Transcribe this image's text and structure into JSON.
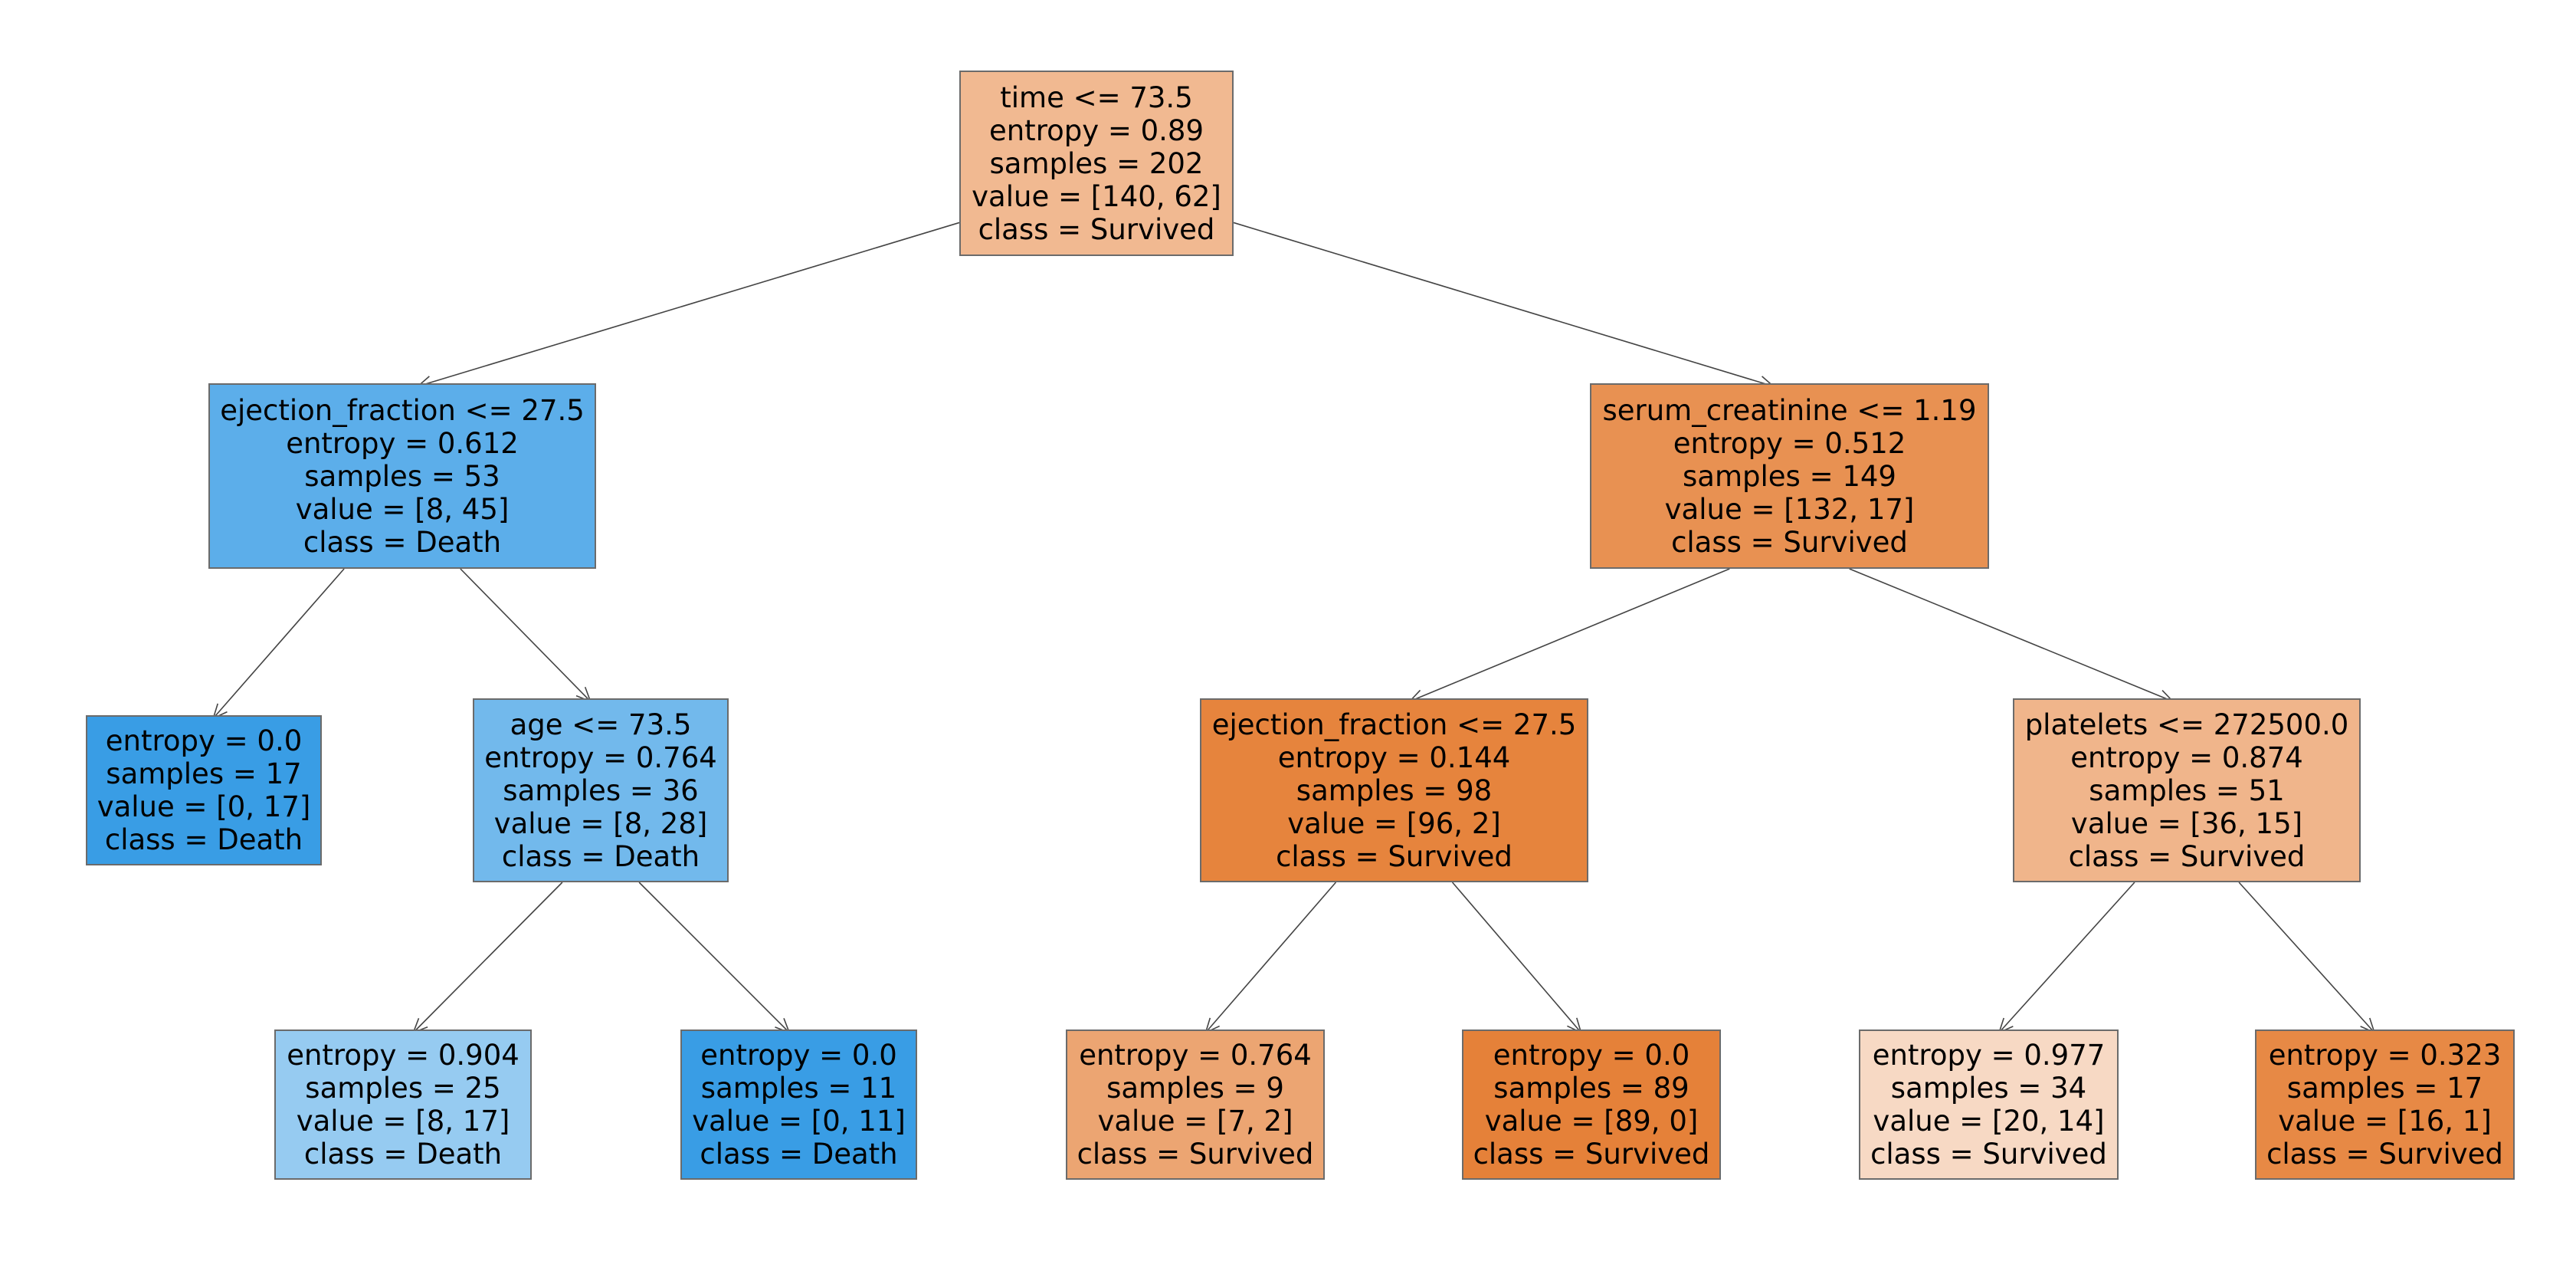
{
  "tree": {
    "class_colors": {
      "Survived": "#e58139",
      "Death": "#399de5"
    },
    "nodes": [
      {
        "id": "n0",
        "split": "time <= 73.5",
        "entropy": "entropy = 0.89",
        "samples": "samples = 202",
        "value": "value = [140, 62]",
        "class": "class = Survived",
        "fill": "#f1b991"
      },
      {
        "id": "n1",
        "split": "ejection_fraction <= 27.5",
        "entropy": "entropy = 0.612",
        "samples": "samples = 53",
        "value": "value = [8, 45]",
        "class": "class = Death",
        "fill": "#5caeea"
      },
      {
        "id": "n2",
        "split": "",
        "entropy": "entropy = 0.0",
        "samples": "samples = 17",
        "value": "value = [0, 17]",
        "class": "class = Death",
        "fill": "#399de5"
      },
      {
        "id": "n3",
        "split": "age <= 73.5",
        "entropy": "entropy = 0.764",
        "samples": "samples = 36",
        "value": "value = [8, 28]",
        "class": "class = Death",
        "fill": "#72b9ec"
      },
      {
        "id": "n4",
        "split": "",
        "entropy": "entropy = 0.904",
        "samples": "samples = 25",
        "value": "value = [8, 17]",
        "class": "class = Death",
        "fill": "#96cbf1"
      },
      {
        "id": "n5",
        "split": "",
        "entropy": "entropy = 0.0",
        "samples": "samples = 11",
        "value": "value = [0, 11]",
        "class": "class = Death",
        "fill": "#399de5"
      },
      {
        "id": "n6",
        "split": "serum_creatinine <= 1.19",
        "entropy": "entropy = 0.512",
        "samples": "samples = 149",
        "value": "value = [132, 17]",
        "class": "class = Survived",
        "fill": "#e89152"
      },
      {
        "id": "n7",
        "split": "ejection_fraction <= 27.5",
        "entropy": "entropy = 0.144",
        "samples": "samples = 98",
        "value": "value = [96, 2]",
        "class": "class = Survived",
        "fill": "#e6843d"
      },
      {
        "id": "n8",
        "split": "",
        "entropy": "entropy = 0.764",
        "samples": "samples = 9",
        "value": "value = [7, 2]",
        "class": "class = Survived",
        "fill": "#eca572"
      },
      {
        "id": "n9",
        "split": "",
        "entropy": "entropy = 0.0",
        "samples": "samples = 89",
        "value": "value = [89, 0]",
        "class": "class = Survived",
        "fill": "#e58139"
      },
      {
        "id": "n10",
        "split": "platelets <= 272500.0",
        "entropy": "entropy = 0.874",
        "samples": "samples = 51",
        "value": "value = [36, 15]",
        "class": "class = Survived",
        "fill": "#f0b58b"
      },
      {
        "id": "n11",
        "split": "",
        "entropy": "entropy = 0.977",
        "samples": "samples = 34",
        "value": "value = [20, 14]",
        "class": "class = Survived",
        "fill": "#f7d9c4"
      },
      {
        "id": "n12",
        "split": "",
        "entropy": "entropy = 0.323",
        "samples": "samples = 17",
        "value": "value = [16, 1]",
        "class": "class = Survived",
        "fill": "#e78945"
      }
    ],
    "edges": [
      [
        "n0",
        "n1"
      ],
      [
        "n0",
        "n6"
      ],
      [
        "n1",
        "n2"
      ],
      [
        "n1",
        "n3"
      ],
      [
        "n3",
        "n4"
      ],
      [
        "n3",
        "n5"
      ],
      [
        "n6",
        "n7"
      ],
      [
        "n6",
        "n10"
      ],
      [
        "n7",
        "n8"
      ],
      [
        "n7",
        "n9"
      ],
      [
        "n10",
        "n11"
      ],
      [
        "n10",
        "n12"
      ]
    ]
  }
}
